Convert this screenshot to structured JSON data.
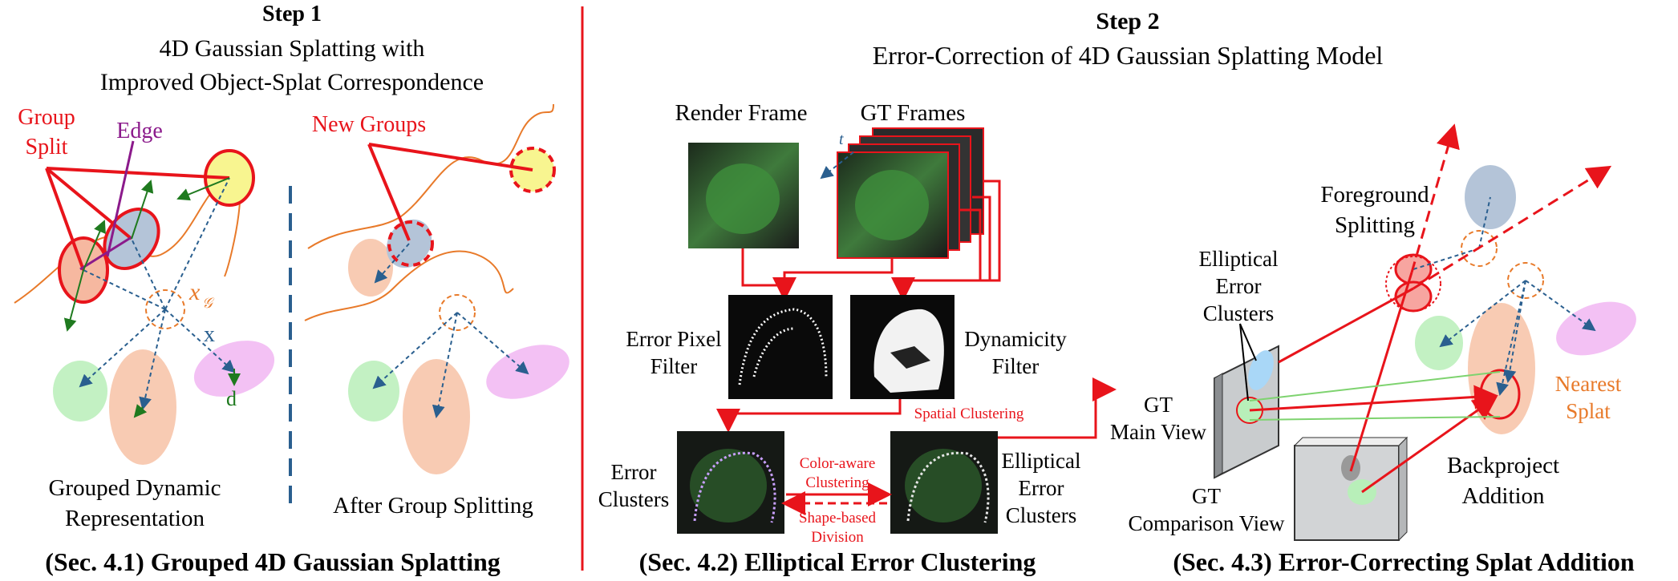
{
  "step1": {
    "heading": "Step 1",
    "subtitle_line1": "4D Gaussian Splatting with",
    "subtitle_line2": "Improved Object-Splat Correspondence",
    "label_group": "Group",
    "label_split": "Split",
    "label_edge": "Edge",
    "label_xg": "x",
    "label_xg_sub": "𝒢",
    "label_x": "x",
    "label_d": "d",
    "label_new_groups": "New Groups",
    "caption_left_1": "Grouped Dynamic",
    "caption_left_2": "Representation",
    "caption_right": "After Group Splitting",
    "section_caption": "(Sec. 4.1) Grouped 4D Gaussian Splatting"
  },
  "step2": {
    "heading": "Step 2",
    "subtitle": "Error-Correction of 4D Gaussian Splatting Model",
    "render_frame": "Render Frame",
    "gt_frames": "GT Frames",
    "time_label": "t",
    "error_pixel_1": "Error Pixel",
    "error_pixel_2": "Filter",
    "dynamicity_1": "Dynamicity",
    "dynamicity_2": "Filter",
    "spatial_clustering": "Spatial Clustering",
    "error_clusters_1": "Error",
    "error_clusters_2": "Clusters",
    "color_aware_1": "Color-aware",
    "color_aware_2": "Clustering",
    "shape_based_1": "Shape-based",
    "shape_based_2": "Division",
    "elliptical_1": "Elliptical",
    "elliptical_2": "Error",
    "elliptical_3": "Clusters",
    "section_caption": "(Sec. 4.2) Elliptical Error Clustering"
  },
  "step3": {
    "foreground_1": "Foreground",
    "foreground_2": "Splitting",
    "eec_1": "Elliptical",
    "eec_2": "Error",
    "eec_3": "Clusters",
    "gt_main_1": "GT",
    "gt_main_2": "Main View",
    "gt_comp_1": "GT",
    "gt_comp_2": "Comparison View",
    "nearest_1": "Nearest",
    "nearest_2": "Splat",
    "backproject_1": "Backproject",
    "backproject_2": "Addition",
    "section_caption": "(Sec. 4.3) Error-Correcting Splat Addition"
  },
  "colors": {
    "red": "#e8141b",
    "orange": "#e87a2a",
    "blue_dash": "#2a5f8f",
    "green": "#1f7a1f",
    "purple": "#8b1a8b"
  }
}
